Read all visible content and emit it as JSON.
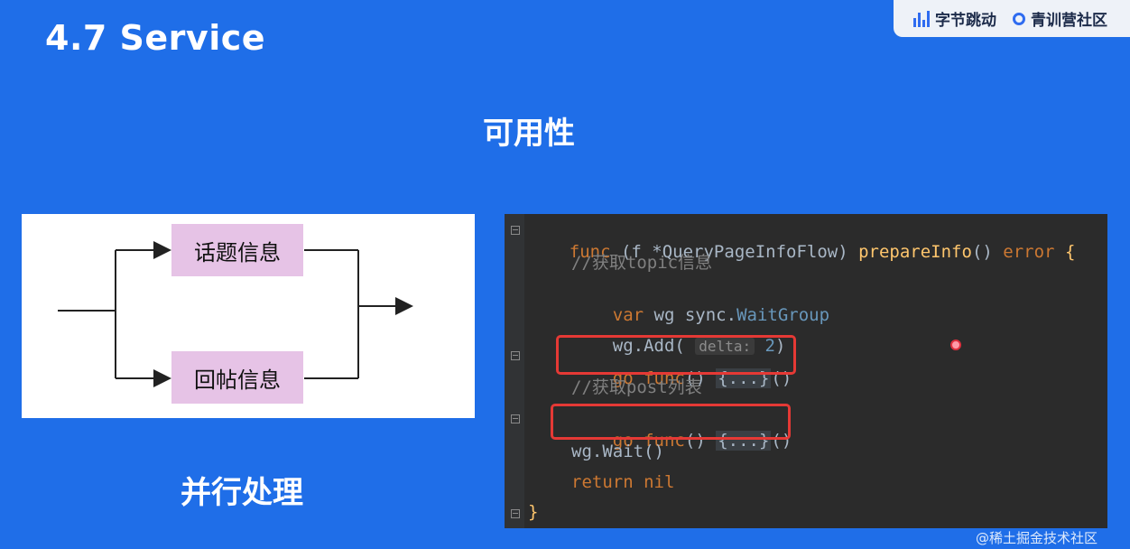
{
  "slide": {
    "title": "4.7 Service",
    "section_title": "可用性",
    "caption": "并行处理"
  },
  "logos": {
    "bytedance": "字节跳动",
    "qingxun": "青训营社区"
  },
  "diagram": {
    "node_top": "话题信息",
    "node_bottom": "回帖信息"
  },
  "code": {
    "lines": [
      "func (f *QueryPageInfoFlow) prepareInfo() error {",
      "//获取topic信息",
      "var wg sync.WaitGroup",
      "wg.Add( delta: 2)",
      "go func() {...}()",
      "//获取post列表",
      "go func() {...}()",
      "wg.Wait()",
      "return nil",
      "}"
    ],
    "param_hint": "delta:"
  },
  "colors": {
    "background": "#1f6ee8",
    "node_fill": "#e6c3e6",
    "highlight_box": "#e53935"
  },
  "credit": "@稀土掘金技术社区"
}
